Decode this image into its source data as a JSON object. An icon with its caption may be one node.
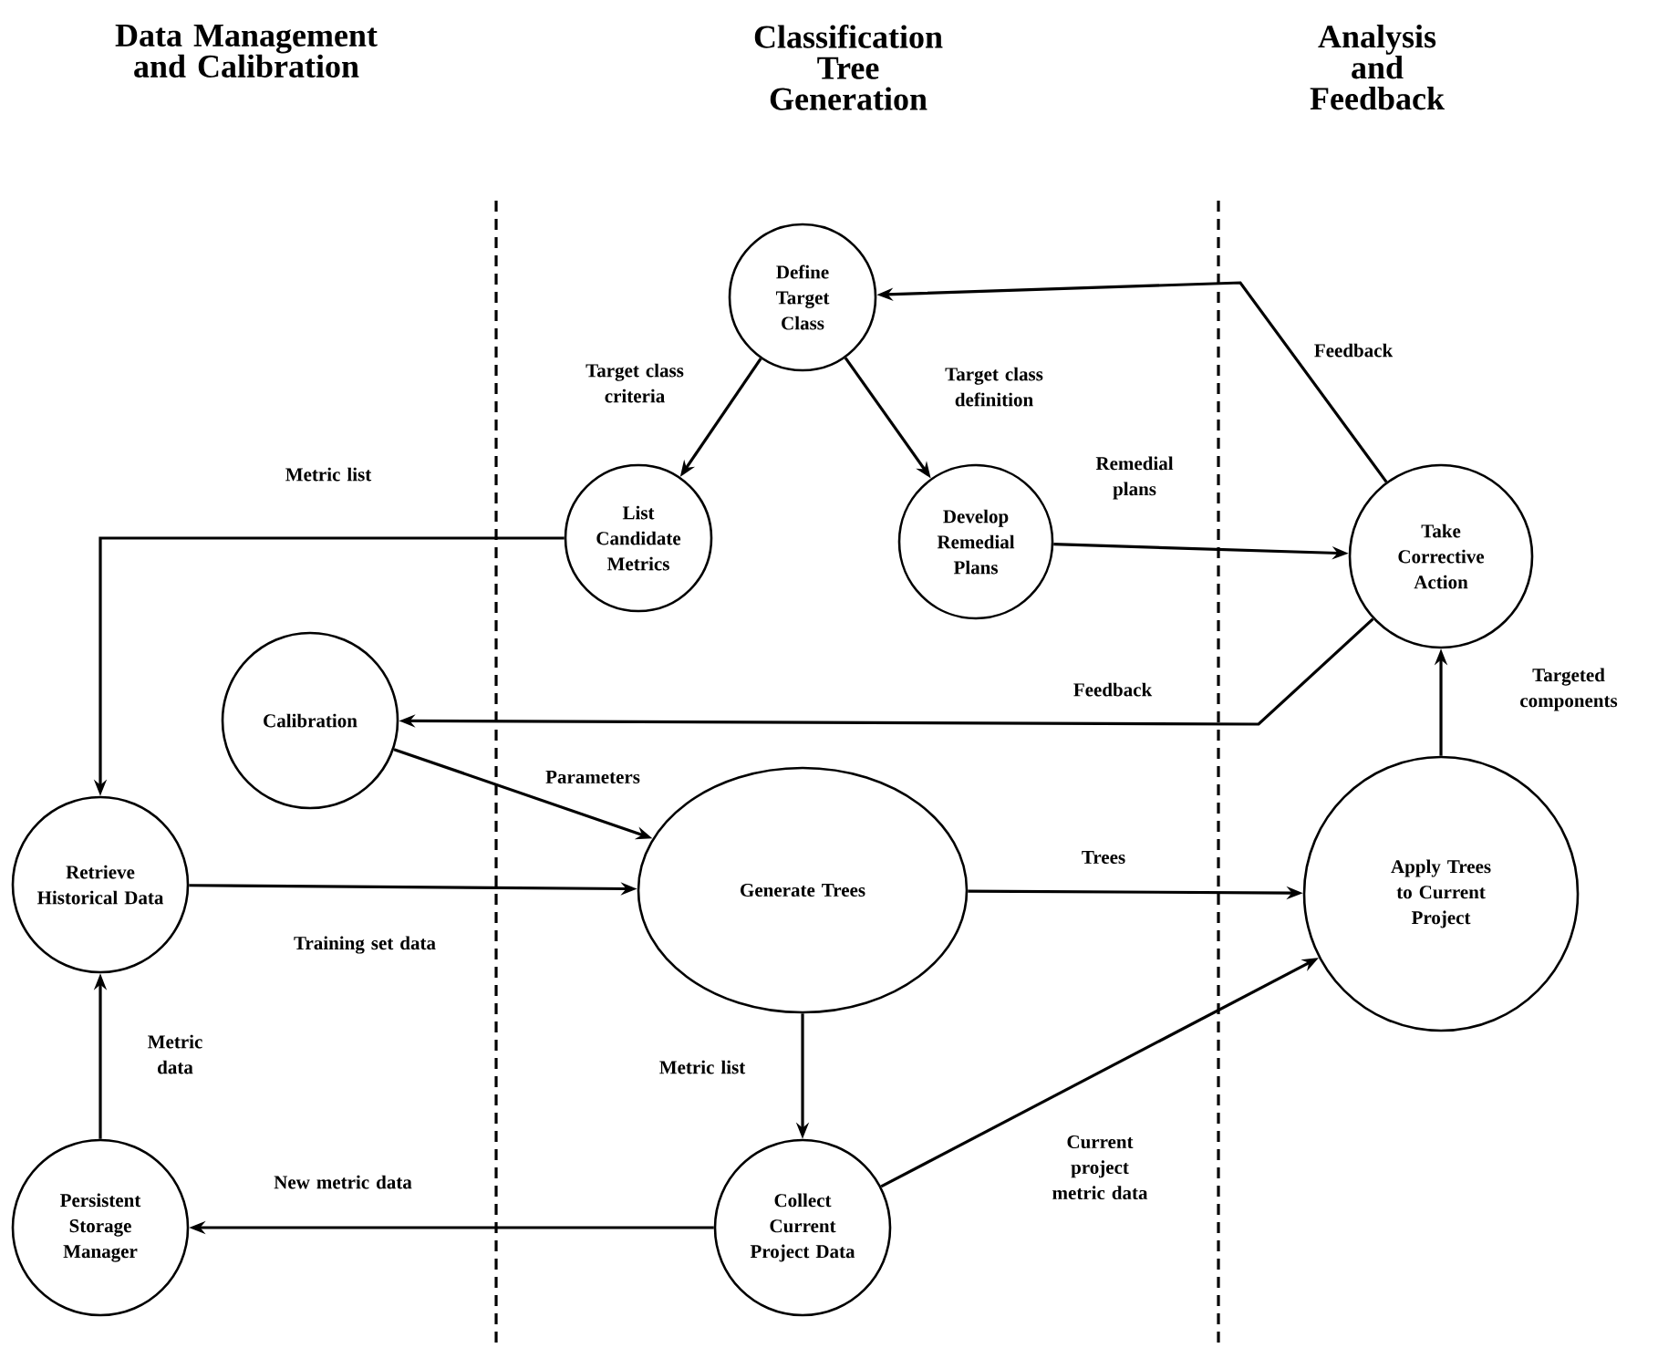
{
  "diagram": {
    "nodes": [
      {
        "text": [
          "Define Target Class"
        ]
      },
      {
        "text": [
          "List Candidate Metrics"
        ]
      },
      {
        "text": [
          "Develop Remedial Plans"
        ]
      },
      {
        "text": [
          "Take Corrective Action"
        ]
      },
      {
        "text": [
          "Calibration"
        ]
      },
      {
        "text": [
          "Retrieve Historical Data"
        ]
      },
      {
        "text": [
          "Generate Trees"
        ]
      },
      {
        "text": [
          "Apply Trees to Current Project"
        ]
      },
      {
        "text": [
          "Persistent Storage Manager"
        ]
      },
      {
        "text": [
          "Collect Current Project Data"
        ]
      }
    ],
    "edges": [
      {
        "from": 0,
        "to": 1,
        "arrow": "to",
        "label": "Target class criteria"
      },
      {
        "from": 0,
        "to": 2,
        "arrow": "to",
        "label": "Target class definition"
      },
      {
        "from": 3,
        "to": 0,
        "arrow": "to",
        "label": "Feedback"
      },
      {
        "from": 1,
        "to": 5,
        "arrow": "to",
        "label": "Metric list"
      },
      {
        "from": 2,
        "to": 3,
        "arrow": "to",
        "label": "Remedial plans"
      },
      {
        "from": 3,
        "to": 4,
        "arrow": "to",
        "label": "Feedback"
      },
      {
        "from": 4,
        "to": 6,
        "arrow": "to",
        "label": "Parameters"
      },
      {
        "from": 5,
        "to": 6,
        "arrow": "to",
        "label": "Training set data"
      },
      {
        "from": 6,
        "to": 7,
        "arrow": "to",
        "label": "Trees"
      },
      {
        "from": 7,
        "to": 3,
        "arrow": "to",
        "label": "Targeted components"
      },
      {
        "from": 6,
        "to": 9,
        "arrow": "to",
        "label": "Metric list"
      },
      {
        "from": 9,
        "to": 7,
        "arrow": "to",
        "label": "Current project metric data"
      },
      {
        "from": 9,
        "to": 8,
        "arrow": "to",
        "label": "New metric data"
      },
      {
        "from": 8,
        "to": 5,
        "arrow": "to",
        "label": "Metric data"
      }
    ],
    "labels": [
      "Data Management and Calibration",
      "Classification Tree Generation",
      "Analysis and Feedback"
    ]
  }
}
